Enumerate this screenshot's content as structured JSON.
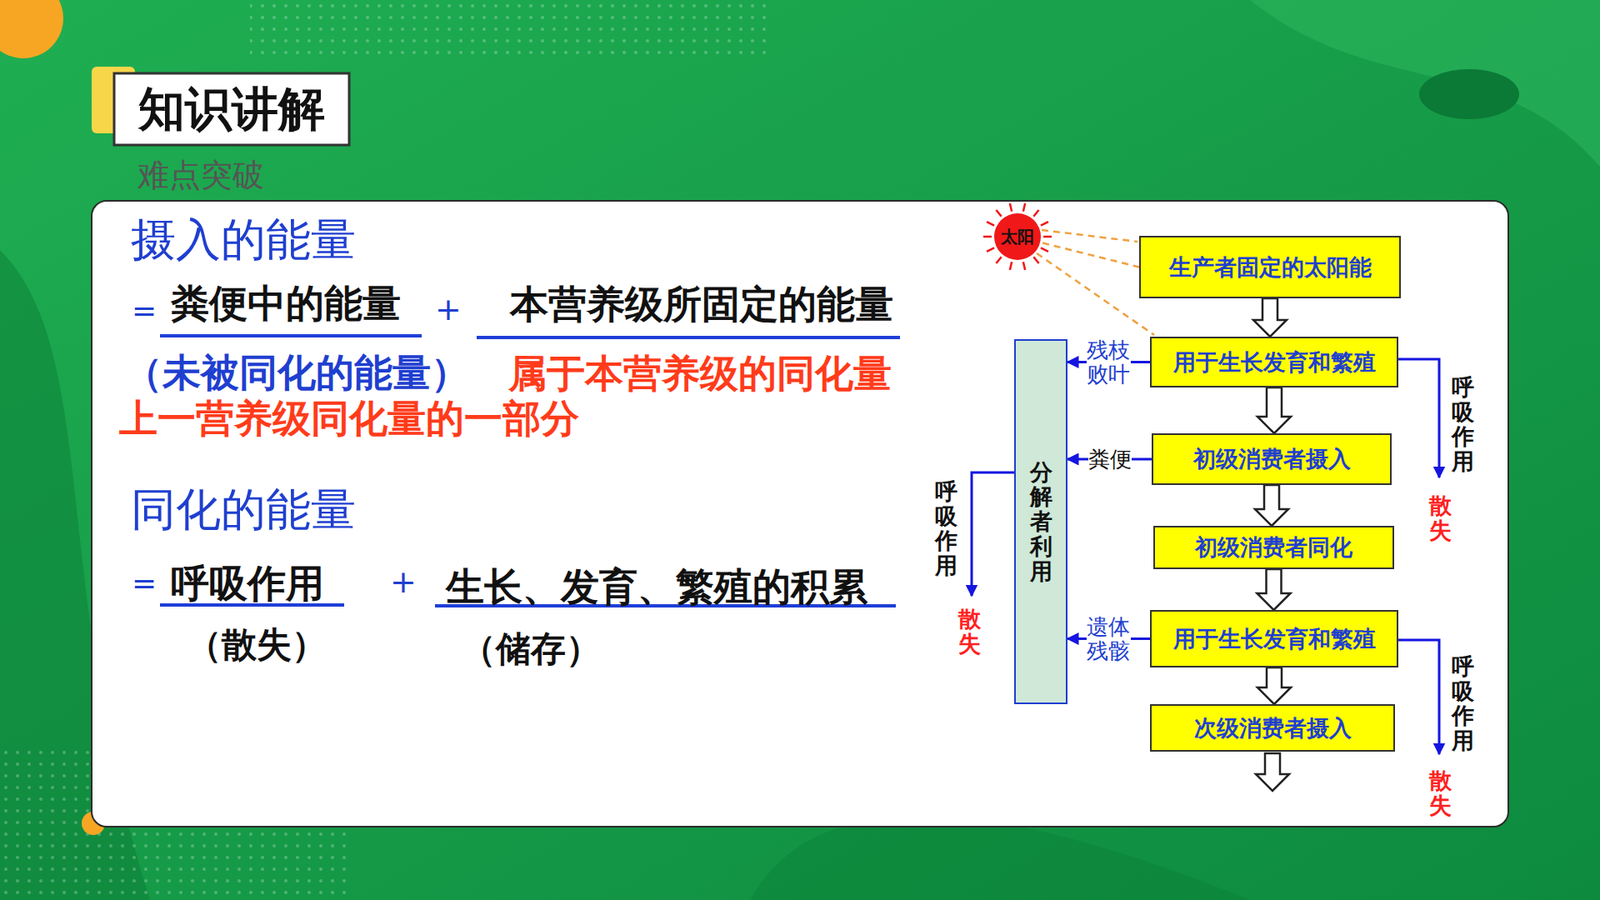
{
  "diagram": {
    "title": "知识讲解",
    "nodes": [
      {
        "text": [
          "太阳"
        ]
      },
      {
        "text": [
          "生产者固定的太阳能"
        ]
      },
      {
        "text": [
          "用于生长发育和繁殖"
        ]
      },
      {
        "text": [
          "初级消费者摄入"
        ]
      },
      {
        "text": [
          "初级消费者同化"
        ]
      },
      {
        "text": [
          "用于生长发育和繁殖"
        ]
      },
      {
        "text": [
          "次级消费者摄入"
        ]
      },
      {
        "text": [
          "分解者利用"
        ]
      }
    ],
    "edges": [
      {
        "from": 0,
        "to": 1,
        "arrow": "none"
      },
      {
        "from": 1,
        "to": 2,
        "arrow": "to"
      },
      {
        "from": 2,
        "to": 3,
        "arrow": "to"
      },
      {
        "from": 3,
        "to": 4,
        "arrow": "to"
      },
      {
        "from": 4,
        "to": 5,
        "arrow": "to"
      },
      {
        "from": 5,
        "to": 6,
        "arrow": "to"
      },
      {
        "from": 2,
        "to": 7,
        "label": "残枝败叶",
        "arrow": "to"
      },
      {
        "from": 3,
        "to": 7,
        "label": "粪便",
        "arrow": "to"
      },
      {
        "from": 5,
        "to": 7,
        "label": "遗体残骸",
        "arrow": "to"
      }
    ],
    "labels": [
      "难点突破",
      "摄入的能量",
      "=",
      "粪便中的能量",
      "+",
      "本营养级所固定的能量",
      "（未被同化的能量）",
      "属于本营养级的同化量",
      "上一营养级同化量的一部分",
      "同化的能量",
      "=",
      "呼吸作用",
      "+",
      "生长、发育、繁殖的积累",
      "（散失）",
      "（储存）",
      "呼吸作用",
      "散失",
      "呼吸作用",
      "散失",
      "呼吸作用",
      "散失"
    ]
  }
}
